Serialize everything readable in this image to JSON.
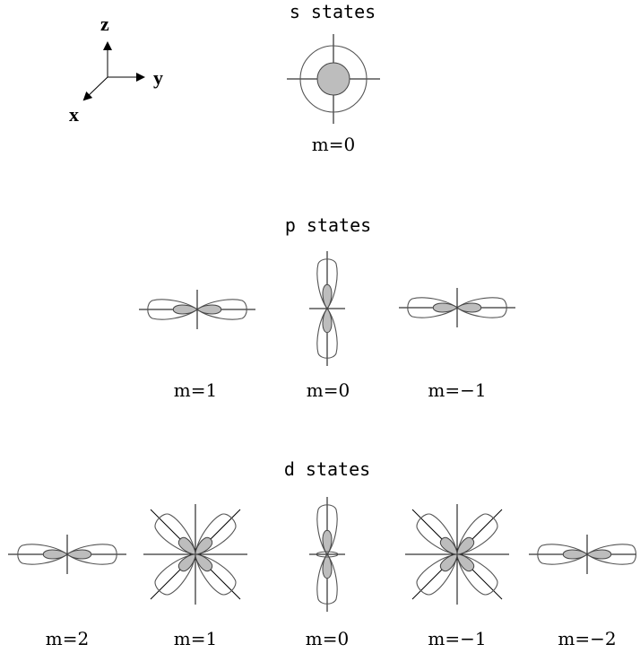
{
  "coordinate_axes": {
    "z": "z",
    "y": "y",
    "x": "x"
  },
  "s_group": {
    "title": "s states",
    "label": "m=0"
  },
  "p_group": {
    "title": "p states",
    "labels": [
      "m=1",
      "m=0",
      "m=−1"
    ]
  },
  "d_group": {
    "title": "d states",
    "labels": [
      "m=2",
      "m=1",
      "m=0",
      "m=−1",
      "m=−2"
    ]
  }
}
